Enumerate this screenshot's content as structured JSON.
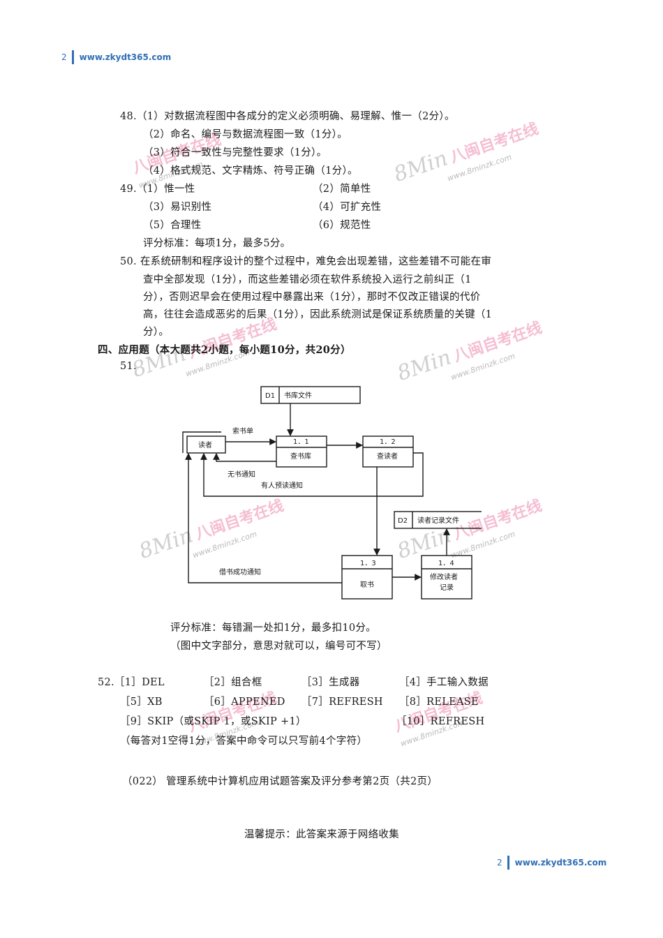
{
  "header": {
    "page_num": "2",
    "site": "www.zkydt365.com"
  },
  "footer": {
    "page_num": "2",
    "site": "www.zkydt365.com"
  },
  "q48": {
    "l1": "48.（1）对数据流程图中各成分的定义必须明确、易理解、惟一（2分）。",
    "l2": "（2）命名、编号与数据流程图一致（1分）。",
    "l3": "（3）符合一致性与完整性要求（1分）。",
    "l4": "（4）格式规范、文字精炼、符号正确（1分）。"
  },
  "q49": {
    "i1": "49.（1）惟一性",
    "i2": "（2）简单性",
    "i3": "（3）易识别性",
    "i4": "（4）可扩充性",
    "i5": "（5）合理性",
    "i6": "（6）规范性",
    "criteria": "评分标准：每项1分，最多5分。"
  },
  "q50": {
    "l1": "50. 在系统研制和程序设计的整个过程中，难免会出现差错，这些差错不可能在审",
    "l2": "查中全部发现（1分），而这些差错必须在软件系统投入运行之前纠正（1",
    "l3": "分），否则迟早会在使用过程中暴露出来（1分），那时不仅改正错误的代价",
    "l4": "高，往往会造成恶劣的后果（1分），因此系统测试是保证系统质量的关键（1",
    "l5": "分）。"
  },
  "section4": "四、应用题（本大题共2小题，每小题10分，共20分）",
  "q51": {
    "label": "51.",
    "diagram": {
      "d1_id": "D1",
      "d1_name": "书库文件",
      "d2_id": "D2",
      "d2_name": "读者记录文件",
      "reader": "读者",
      "p11_id": "1．1",
      "p11_name": "查书库",
      "p12_id": "1．2",
      "p12_name": "查读者",
      "p13_id": "1．3",
      "p13_name": "取书",
      "p14_id": "1．4",
      "p14_name1": "修改读者",
      "p14_name2": "记录",
      "flow_request": "索书单",
      "flow_nobook": "无书通知",
      "flow_reserved": "有人预读通知",
      "flow_success": "借书成功通知"
    },
    "criteria1": "评分标准：每错漏一处扣1分，最多扣10分。",
    "criteria2": "（图中文字部分，意思对就可以，编号可不写）"
  },
  "q52": {
    "a1": "52.［1］DEL",
    "a2": "［2］组合框",
    "a3": "［3］生成器",
    "a4": "［4］手工输入数据",
    "a5": "［5］XB",
    "a6": "［6］APPENED",
    "a7": "［7］REFRESH",
    "a8": "［8］RELEASE",
    "a9": "［9］SKIP（或SKIP 1，或SKIP +1）",
    "a10": "［10］REFRESH",
    "note": "（每答对1空得1分，答案中命令可以只写前4个字符）"
  },
  "page_footer": "（022） 管理系统中计算机应用试题答案及评分参考第2页（共2页）",
  "tip": "温馨提示：此答案来源于网络收集",
  "watermark": {
    "cn": "八闽自考在线",
    "url": "www.8minzk.com",
    "logo": "8Min"
  }
}
